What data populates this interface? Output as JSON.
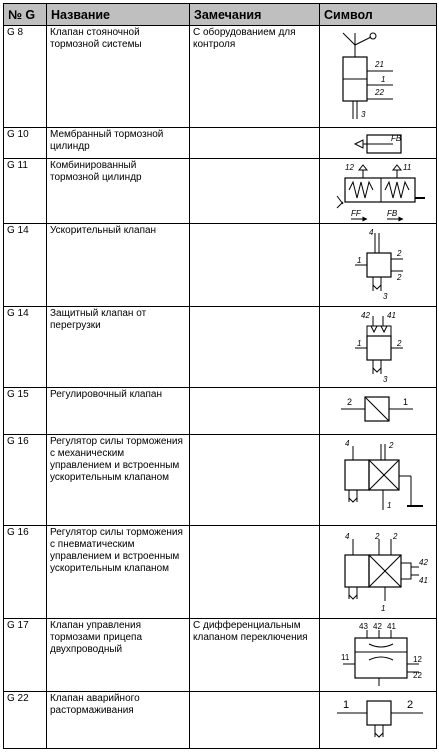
{
  "headers": {
    "num": "№ G",
    "name": "Название",
    "remarks": "Замечания",
    "symbol": "Символ"
  },
  "rows": [
    {
      "num": "G 8",
      "name": "Клапан стояночной тормозной системы",
      "remarks": "С оборудованием для контроля",
      "icon": "parking-brake-valve-icon",
      "labels": [
        "21",
        "1",
        "22",
        "3"
      ]
    },
    {
      "num": "G 10",
      "name": "Мембранный тормозной цилиндр",
      "remarks": "",
      "icon": "diaphragm-brake-cylinder-icon",
      "labels": [
        "FB"
      ]
    },
    {
      "num": "G 11",
      "name": "Комбинированный тормозной цилиндр",
      "remarks": "",
      "icon": "combined-brake-cylinder-icon",
      "labels": [
        "12",
        "11",
        "FF",
        "FB"
      ]
    },
    {
      "num": "G 14",
      "name": "Ускорительный клапан",
      "remarks": "",
      "icon": "relay-valve-icon",
      "labels": [
        "4",
        "2",
        "1",
        "2",
        "3"
      ]
    },
    {
      "num": "G 14",
      "name": "Защитный клапан от перегрузки",
      "remarks": "",
      "icon": "overload-protection-valve-icon",
      "labels": [
        "42",
        "41",
        "1",
        "2",
        "3"
      ]
    },
    {
      "num": "G 15",
      "name": "Регулировочный клапан",
      "remarks": "",
      "icon": "regulating-valve-icon",
      "labels": [
        "2",
        "1"
      ]
    },
    {
      "num": "G 16",
      "name": "Регулятор силы торможения с механическим управлением и встроенным ускорительным клапаном",
      "remarks": "",
      "icon": "mechanical-brake-force-regulator-icon",
      "labels": [
        "4",
        "2",
        "1"
      ]
    },
    {
      "num": "G 16",
      "name": "Регулятор силы торможения с пневматическим управлением и встроенным ускорительным клапаном",
      "remarks": "",
      "icon": "pneumatic-brake-force-regulator-icon",
      "labels": [
        "4",
        "2",
        "2",
        "42",
        "41",
        "1"
      ]
    },
    {
      "num": "G 17",
      "name": "Клапан управления тормозами прицепа двухпроводный",
      "remarks": "С дифференциальным клапаном переключения",
      "icon": "trailer-control-valve-icon",
      "labels": [
        "43",
        "42",
        "41",
        "11",
        "12",
        "22"
      ]
    },
    {
      "num": "G 22",
      "name": "Клапан аварийного растормаживания",
      "remarks": "",
      "icon": "emergency-release-valve-icon",
      "labels": [
        "1",
        "2"
      ]
    }
  ]
}
